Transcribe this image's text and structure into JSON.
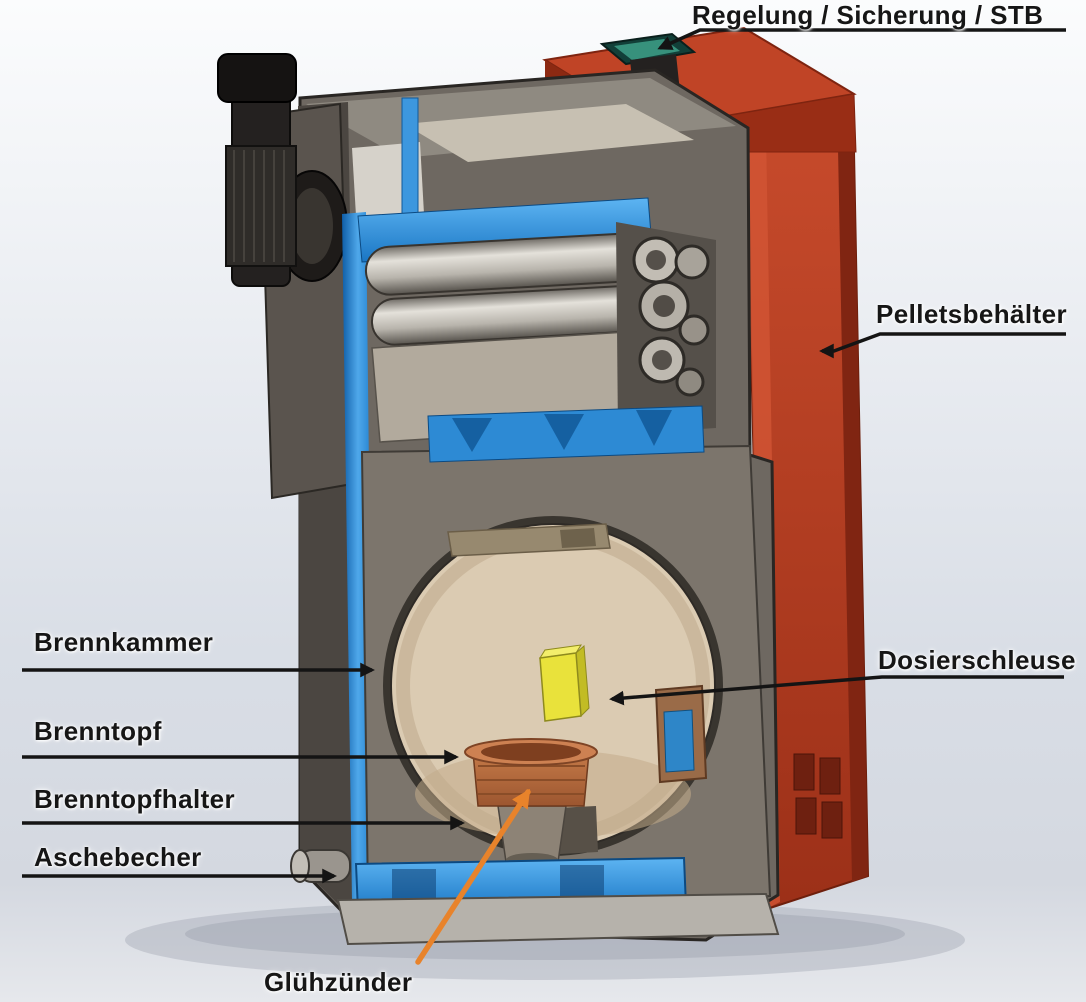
{
  "diagram": {
    "type": "annotated-cutaway",
    "subject_kind": "pellet-boiler-sectional-view"
  },
  "labels": {
    "regelung": "Regelung / Sicherung / STB",
    "pelletsbehaelter": "Pelletsbehälter",
    "dosierschleuse": "Dosierschleuse",
    "brennkammer": "Brennkammer",
    "brenntopf": "Brenntopf",
    "brenntopfhalter": "Brenntopfhalter",
    "aschebecher": "Aschebecher",
    "gluehzuender": "Glühzünder"
  },
  "colors": {
    "leader_line": "#141414",
    "highlight_arrow": "#e8832b",
    "shell_red": "#b23b21",
    "water_jacket_blue": "#2d8ad4",
    "combustion_chamber_beige": "#dbcbb2",
    "burner_pot_copper": "#b56a40",
    "dosing_unit_yellow": "#e9e23b",
    "flue_pipe_black": "#1e1b19",
    "control_screen_teal": "#37917c"
  }
}
